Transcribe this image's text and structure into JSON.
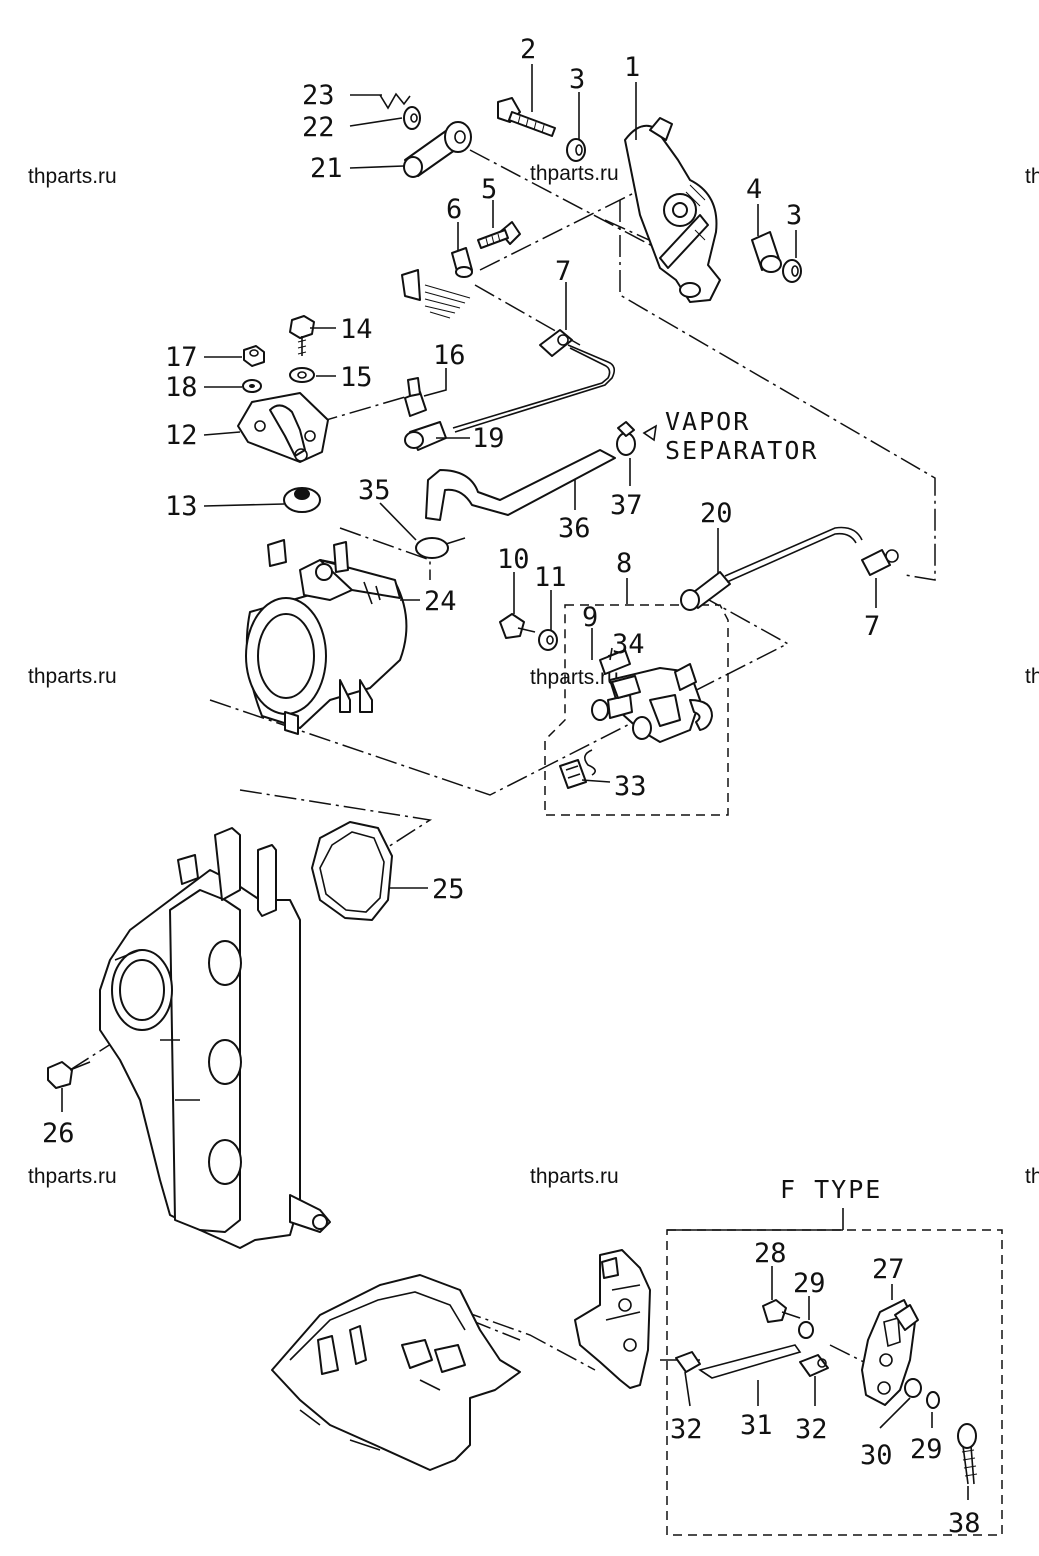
{
  "watermark": "thparts.ru",
  "watermark_edge": "th",
  "notes": {
    "vapor": "VAPOR",
    "separator": "SEPARATOR",
    "f_type": "F TYPE"
  },
  "callouts": {
    "c1": "1",
    "c2": "2",
    "c3a": "3",
    "c3b": "3",
    "c4": "4",
    "c5": "5",
    "c6": "6",
    "c7a": "7",
    "c7b": "7",
    "c8": "8",
    "c9": "9",
    "c10": "10",
    "c11": "11",
    "c12": "12",
    "c13": "13",
    "c14": "14",
    "c15": "15",
    "c16": "16",
    "c17": "17",
    "c18": "18",
    "c19": "19",
    "c20": "20",
    "c21": "21",
    "c22": "22",
    "c23": "23",
    "c24": "24",
    "c25": "25",
    "c26": "26",
    "c27": "27",
    "c28": "28",
    "c29a": "29",
    "c29b": "29",
    "c30": "30",
    "c31": "31",
    "c32a": "32",
    "c32b": "32",
    "c33": "33",
    "c34": "34",
    "c35": "35",
    "c36": "36",
    "c37": "37",
    "c38": "38"
  }
}
